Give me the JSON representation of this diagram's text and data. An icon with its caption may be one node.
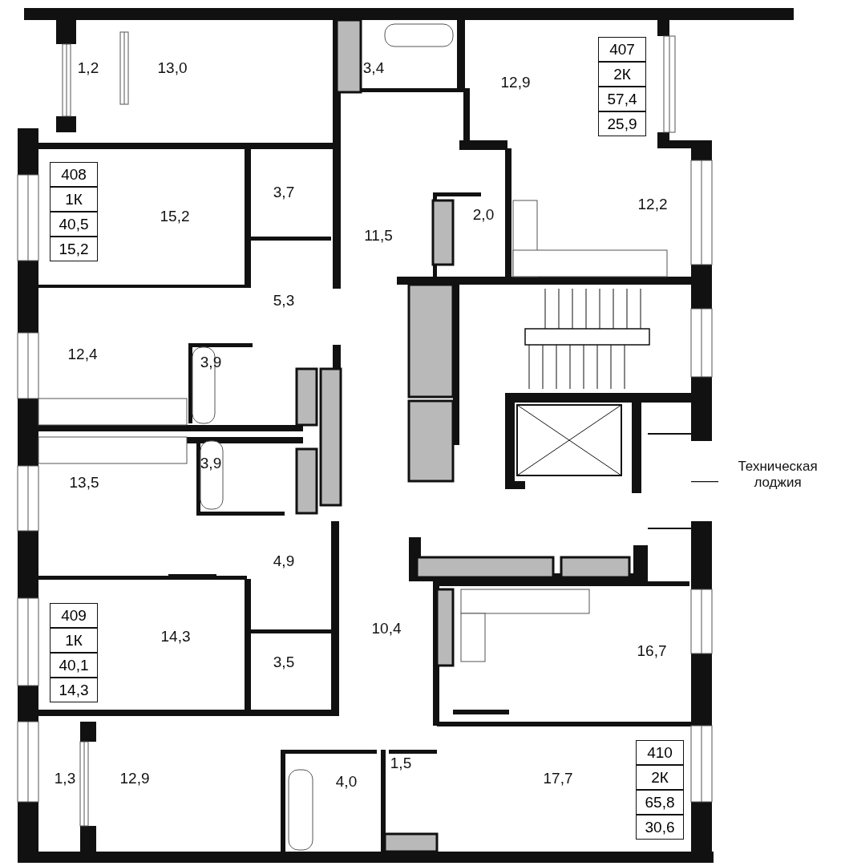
{
  "diagram": {
    "nodes": [
      {
        "text": [
          "Техническая лоджия"
        ]
      },
      {
        "text": [],
        "shape": "box"
      }
    ],
    "edges": [
      {
        "from": 0,
        "to": 1,
        "arrow": "none"
      }
    ],
    "labels": [
      "1,2",
      "13,0",
      "3,4",
      "12,9",
      "407",
      "2К",
      "57,4",
      "25,9",
      "408",
      "1К",
      "40,5",
      "15,2",
      "15,2",
      "3,7",
      "12,2",
      "11,5",
      "2,0",
      "5,3",
      "12,4",
      "3,9",
      "3,9",
      "13,5",
      "4,9",
      "409",
      "1К",
      "40,1",
      "14,3",
      "14,3",
      "10,4",
      "16,7",
      "3,5",
      "1,3",
      "12,9",
      "1,5",
      "4,0",
      "17,7",
      "410",
      "2К",
      "65,8",
      "30,6"
    ]
  }
}
